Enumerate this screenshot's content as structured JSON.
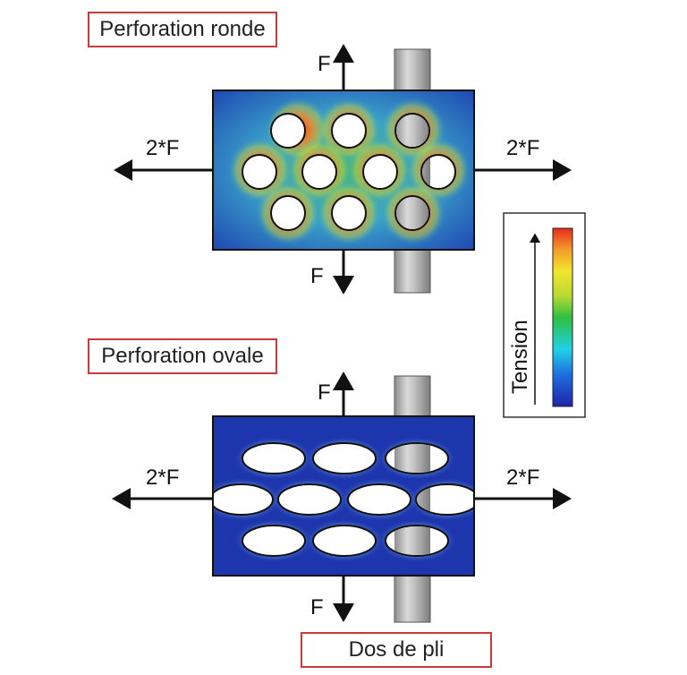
{
  "panels": {
    "round": {
      "title": "Perforation ronde"
    },
    "oval": {
      "title": "Perforation ovale"
    }
  },
  "forces": {
    "vertical": "F",
    "horizontal": "2*F"
  },
  "legend": {
    "label": "Tension"
  },
  "spine": {
    "label": "Dos de pli"
  },
  "colors": {
    "border": "#c93a3a",
    "low": "#1d2fb5",
    "high": "#e8321c"
  }
}
